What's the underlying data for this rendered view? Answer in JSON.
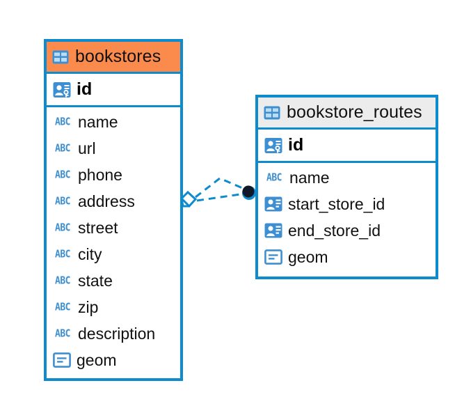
{
  "diagram": {
    "type": "entity-relationship-diagram",
    "background": "#ffffff",
    "accent_color": "#0d8bcd",
    "highlight_color": "#fb8b4c",
    "icon_color": "#3d8fd1"
  },
  "tables": [
    {
      "name": "bookstores",
      "header_label": "bookstores",
      "header_icon": "table-icon",
      "header_highlighted": true,
      "primary_key": {
        "label": "id",
        "icon": "primary-key-icon"
      },
      "columns": [
        {
          "label": "name",
          "icon": "text-type-icon"
        },
        {
          "label": "url",
          "icon": "text-type-icon"
        },
        {
          "label": "phone",
          "icon": "text-type-icon"
        },
        {
          "label": "address",
          "icon": "text-type-icon"
        },
        {
          "label": "street",
          "icon": "text-type-icon"
        },
        {
          "label": "city",
          "icon": "text-type-icon"
        },
        {
          "label": "state",
          "icon": "text-type-icon"
        },
        {
          "label": "zip",
          "icon": "text-type-icon"
        },
        {
          "label": "description",
          "icon": "text-type-icon"
        },
        {
          "label": "geom",
          "icon": "geometry-type-icon"
        }
      ]
    },
    {
      "name": "bookstore_routes",
      "header_label": "bookstore_routes",
      "header_icon": "table-icon",
      "header_highlighted": false,
      "primary_key": {
        "label": "id",
        "icon": "primary-key-icon"
      },
      "columns": [
        {
          "label": "name",
          "icon": "text-type-icon"
        },
        {
          "label": "start_store_id",
          "icon": "foreign-key-icon"
        },
        {
          "label": "end_store_id",
          "icon": "foreign-key-icon"
        },
        {
          "label": "geom",
          "icon": "geometry-type-icon"
        }
      ]
    }
  ],
  "relationships": [
    {
      "from_table": "bookstores",
      "from_column": "id",
      "to_table": "bookstore_routes",
      "to_column": "start_store_id",
      "style": "dashed"
    },
    {
      "from_table": "bookstores",
      "from_column": "id",
      "to_table": "bookstore_routes",
      "to_column": "end_store_id",
      "style": "dashed"
    }
  ],
  "icon_labels": {
    "text_type": "ABC"
  }
}
